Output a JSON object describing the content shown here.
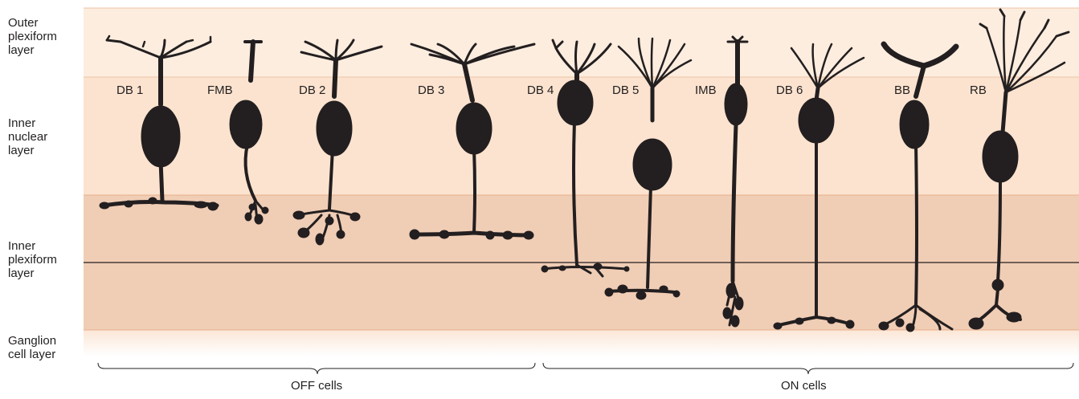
{
  "layers": [
    {
      "key": "opl",
      "label": "Outer\nplexiform\nlayer",
      "color": "#fdeddf"
    },
    {
      "key": "inl",
      "label": "Inner\nnuclear\nlayer",
      "color": "#fbe3cf"
    },
    {
      "key": "ipl",
      "label": "Inner\nplexiform\nlayer",
      "color": "#f0cdb5"
    },
    {
      "key": "gcl",
      "label": "Ganglion\ncell layer",
      "color": "#fdeee2"
    }
  ],
  "cells": [
    {
      "id": "db1",
      "label": "DB 1"
    },
    {
      "id": "fmb",
      "label": "FMB"
    },
    {
      "id": "db2",
      "label": "DB 2"
    },
    {
      "id": "db3",
      "label": "DB 3"
    },
    {
      "id": "db4",
      "label": "DB 4"
    },
    {
      "id": "db5",
      "label": "DB 5"
    },
    {
      "id": "imb",
      "label": "IMB"
    },
    {
      "id": "db6",
      "label": "DB 6"
    },
    {
      "id": "bb",
      "label": "BB"
    },
    {
      "id": "rb",
      "label": "RB"
    }
  ],
  "groups": {
    "off": "OFF cells",
    "on": "ON cells"
  },
  "colors": {
    "cell": "#231f20",
    "boundary": "#e8b08c",
    "divider": "#231f20"
  }
}
